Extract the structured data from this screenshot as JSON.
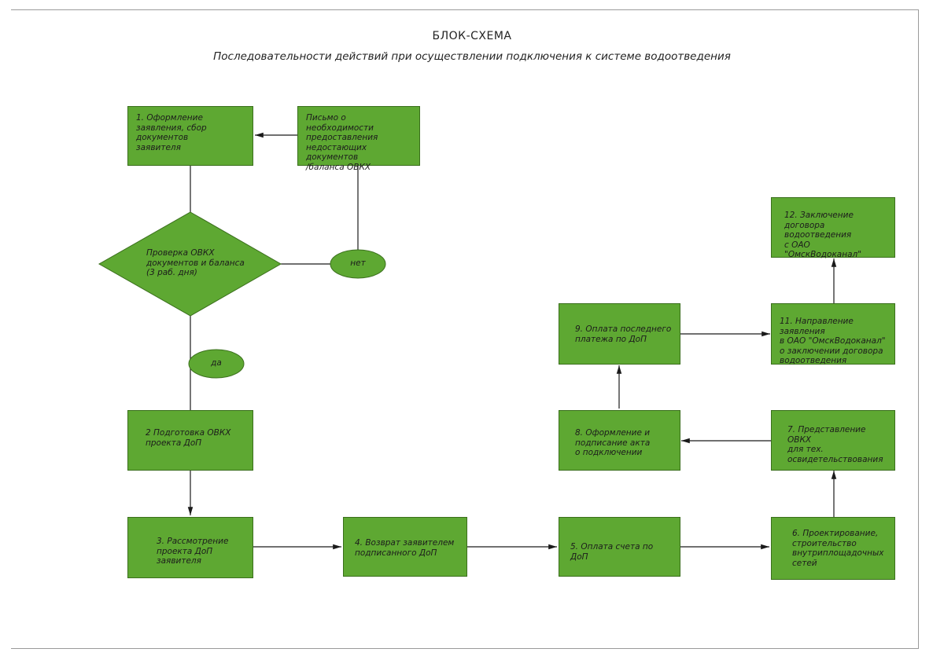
{
  "title": "БЛОК-СХЕМА",
  "subtitle": "Последовательности действий при осуществлении подключения к системе водоотведения",
  "nodes": {
    "n1": "1. Оформление\nзаявления, сбор документов\nзаявителя",
    "letter": "Письмо о необходимости\nпредоставления\nнедостающих документов\n/баланса ОВКХ",
    "check": "Проверка ОВКХ\nдокументов и баланса\n(3 раб. дня)",
    "no": "нет",
    "yes": "да",
    "n2": "2 Подготовка ОВКХ\nпроекта ДоП",
    "n3": "3. Рассмотрение\nпроекта ДоП\nзаявителя",
    "n4": "4. Возврат заявителем\nподписанного ДоП",
    "n5": "5. Оплата счета по ДоП",
    "n6": "6. Проектирование,\nстроительство\nвнутриплощадочных\nсетей",
    "n7": "7. Представление ОВКХ\nдля тех.\nосвидетельствования",
    "n8": "8. Оформление и\nподписание акта\nо подключении",
    "n9": "9. Оплата последнего\nплатежа по ДоП",
    "n11": "11. Направление заявления\nв ОАО \"ОмскВодоканал\"\nо заключении договора\nводоотведения",
    "n12": "12. Заключение договора\nводоотведения\nс ОАО \"ОмскВодоканал\""
  },
  "colors": {
    "node_fill": "#5ea832",
    "node_border": "#3a6f1c",
    "line": "#1a1a1a"
  }
}
